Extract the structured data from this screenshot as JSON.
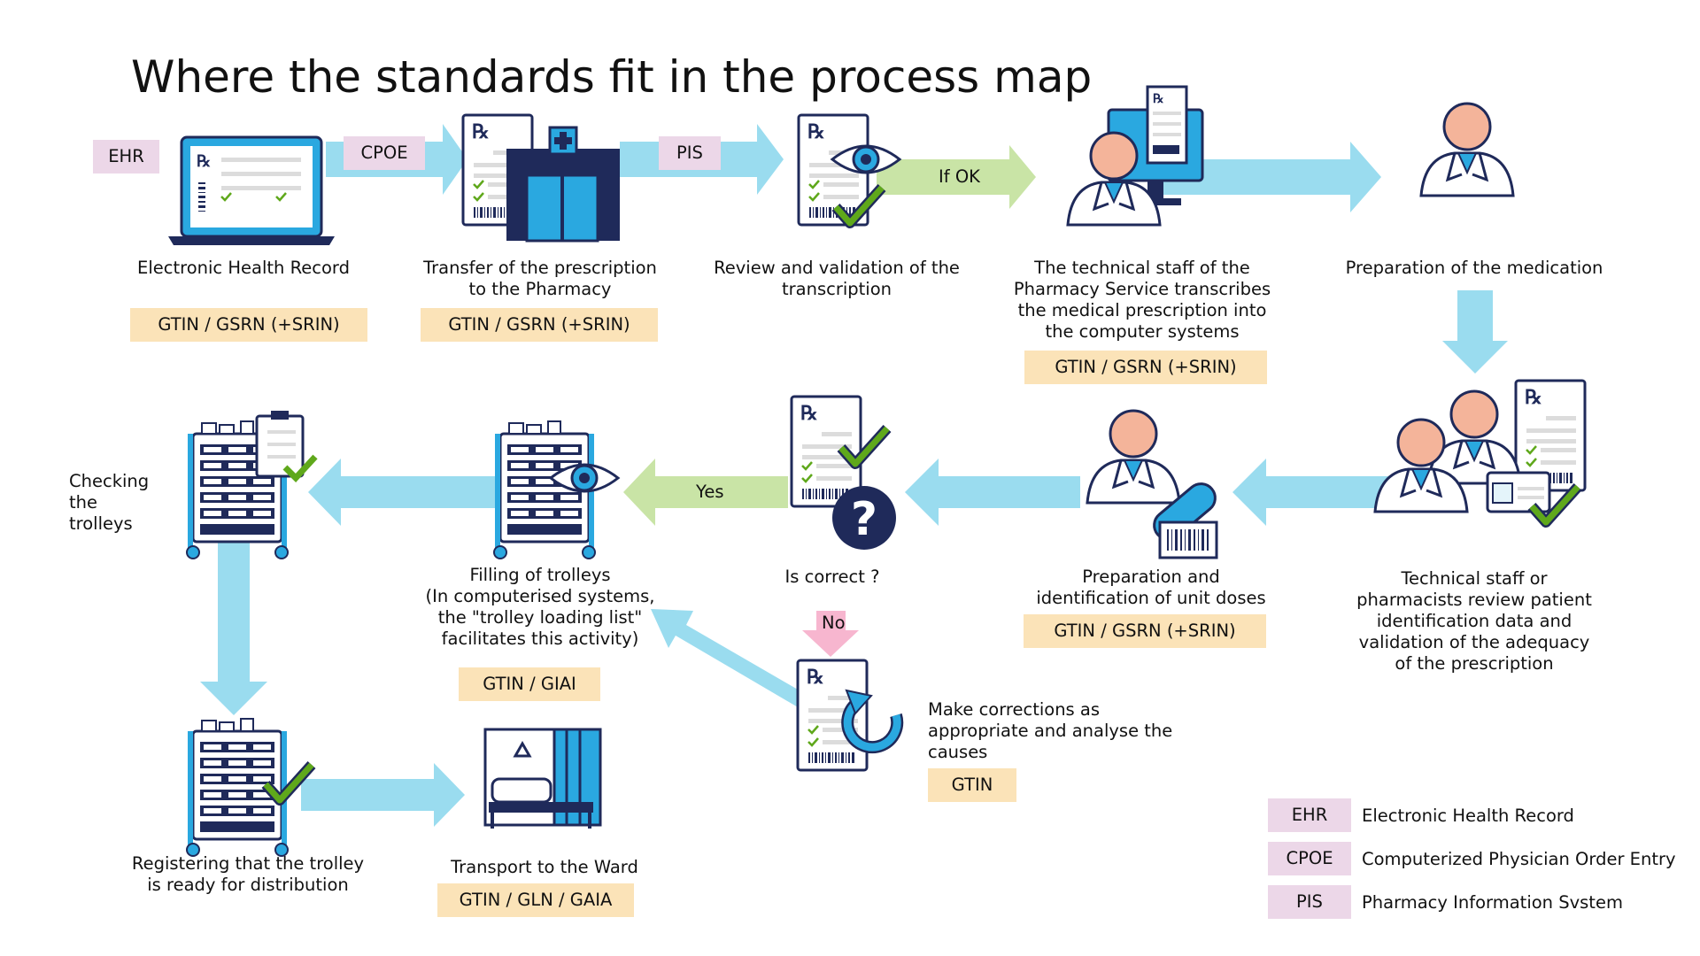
{
  "title": "Where the standards fit in the process map",
  "abbrev_tags": {
    "ehr": "EHR",
    "cpoe": "CPOE",
    "pis": "PIS"
  },
  "decision_labels": {
    "if_ok": "If OK",
    "yes": "Yes",
    "no": "No"
  },
  "steps": {
    "ehr": {
      "label": "Electronic Health Record",
      "standards": "GTIN  / GSRN (+SRIN)"
    },
    "transfer": {
      "label_1": "Transfer of the prescription",
      "label_2": "to the Pharmacy",
      "standards": "GTIN  / GSRN (+SRIN)"
    },
    "review": {
      "label_1": "Review and validation of the",
      "label_2": "transcription"
    },
    "transcribe": {
      "label_1": "The technical staff of the",
      "label_2": "Pharmacy Service transcribes",
      "label_3": "the medical prescription into",
      "label_4": "the computer systems",
      "standards": "GTIN  / GSRN (+SRIN)"
    },
    "preparation": {
      "label": "Preparation of the medication"
    },
    "tech_review": {
      "label_1": "Technical staff or",
      "label_2": "pharmacists review patient",
      "label_3": "identification data and",
      "label_4": "validation of the adequacy",
      "label_5": "of the prescription"
    },
    "unit_doses": {
      "label_1": "Preparation and",
      "label_2": "identification of unit doses",
      "standards": "GTIN  / GSRN (+SRIN)"
    },
    "is_correct": {
      "label": "Is correct ?"
    },
    "corrections": {
      "label_1": "Make corrections as",
      "label_2": "appropriate and analyse the",
      "label_3": "causes",
      "standards": "GTIN"
    },
    "filling": {
      "label_1": "Filling of trolleys",
      "label_2": "(In computerised systems,",
      "label_3": "the \"trolley loading list\"",
      "label_4": "facilitates this activity)",
      "standards": "GTIN  / GIAI"
    },
    "checking": {
      "label_1": "Checking",
      "label_2": "the",
      "label_3": "trolleys"
    },
    "registering": {
      "label_1": "Registering that the trolley",
      "label_2": "is ready for distribution"
    },
    "transport": {
      "label": "Transport to the Ward",
      "standards": "GTIN / GLN / GAIA"
    }
  },
  "legend": [
    {
      "abbr": "EHR",
      "text": "Electronic Health Record"
    },
    {
      "abbr": "CPOE",
      "text": "Computerized Physician Order Entry"
    },
    {
      "abbr": "PIS",
      "text": "Pharmacy Information Svstem"
    }
  ],
  "colors": {
    "arrow": "#9adcef",
    "ok_arrow": "#c9e4a6",
    "no_arrow": "#f7b6cf",
    "tag": "#fbe3b8",
    "abbr": "#ecd7e8",
    "navy": "#1f2a5a",
    "blue": "#2aa8e0",
    "green": "#5fa81b",
    "skin": "#f4b49a"
  }
}
